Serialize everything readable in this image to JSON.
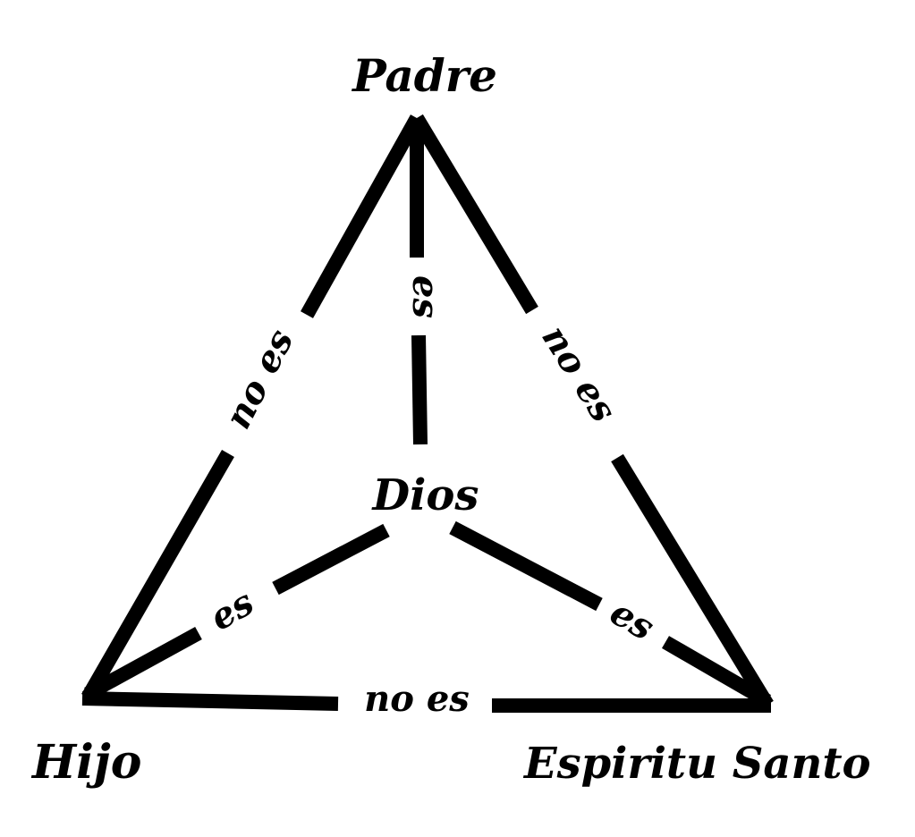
{
  "nodes": {
    "padre": "Padre",
    "hijo": "Hijo",
    "espiritu": "Espiritu Santo",
    "dios": "Dios"
  },
  "edges": {
    "padre_hijo": "no es",
    "padre_espiritu": "no es",
    "hijo_espiritu": "no es",
    "padre_dios": "es",
    "hijo_dios": "es",
    "espiritu_dios": "es"
  },
  "colors": {
    "ink": "#000000",
    "background": "#ffffff"
  }
}
